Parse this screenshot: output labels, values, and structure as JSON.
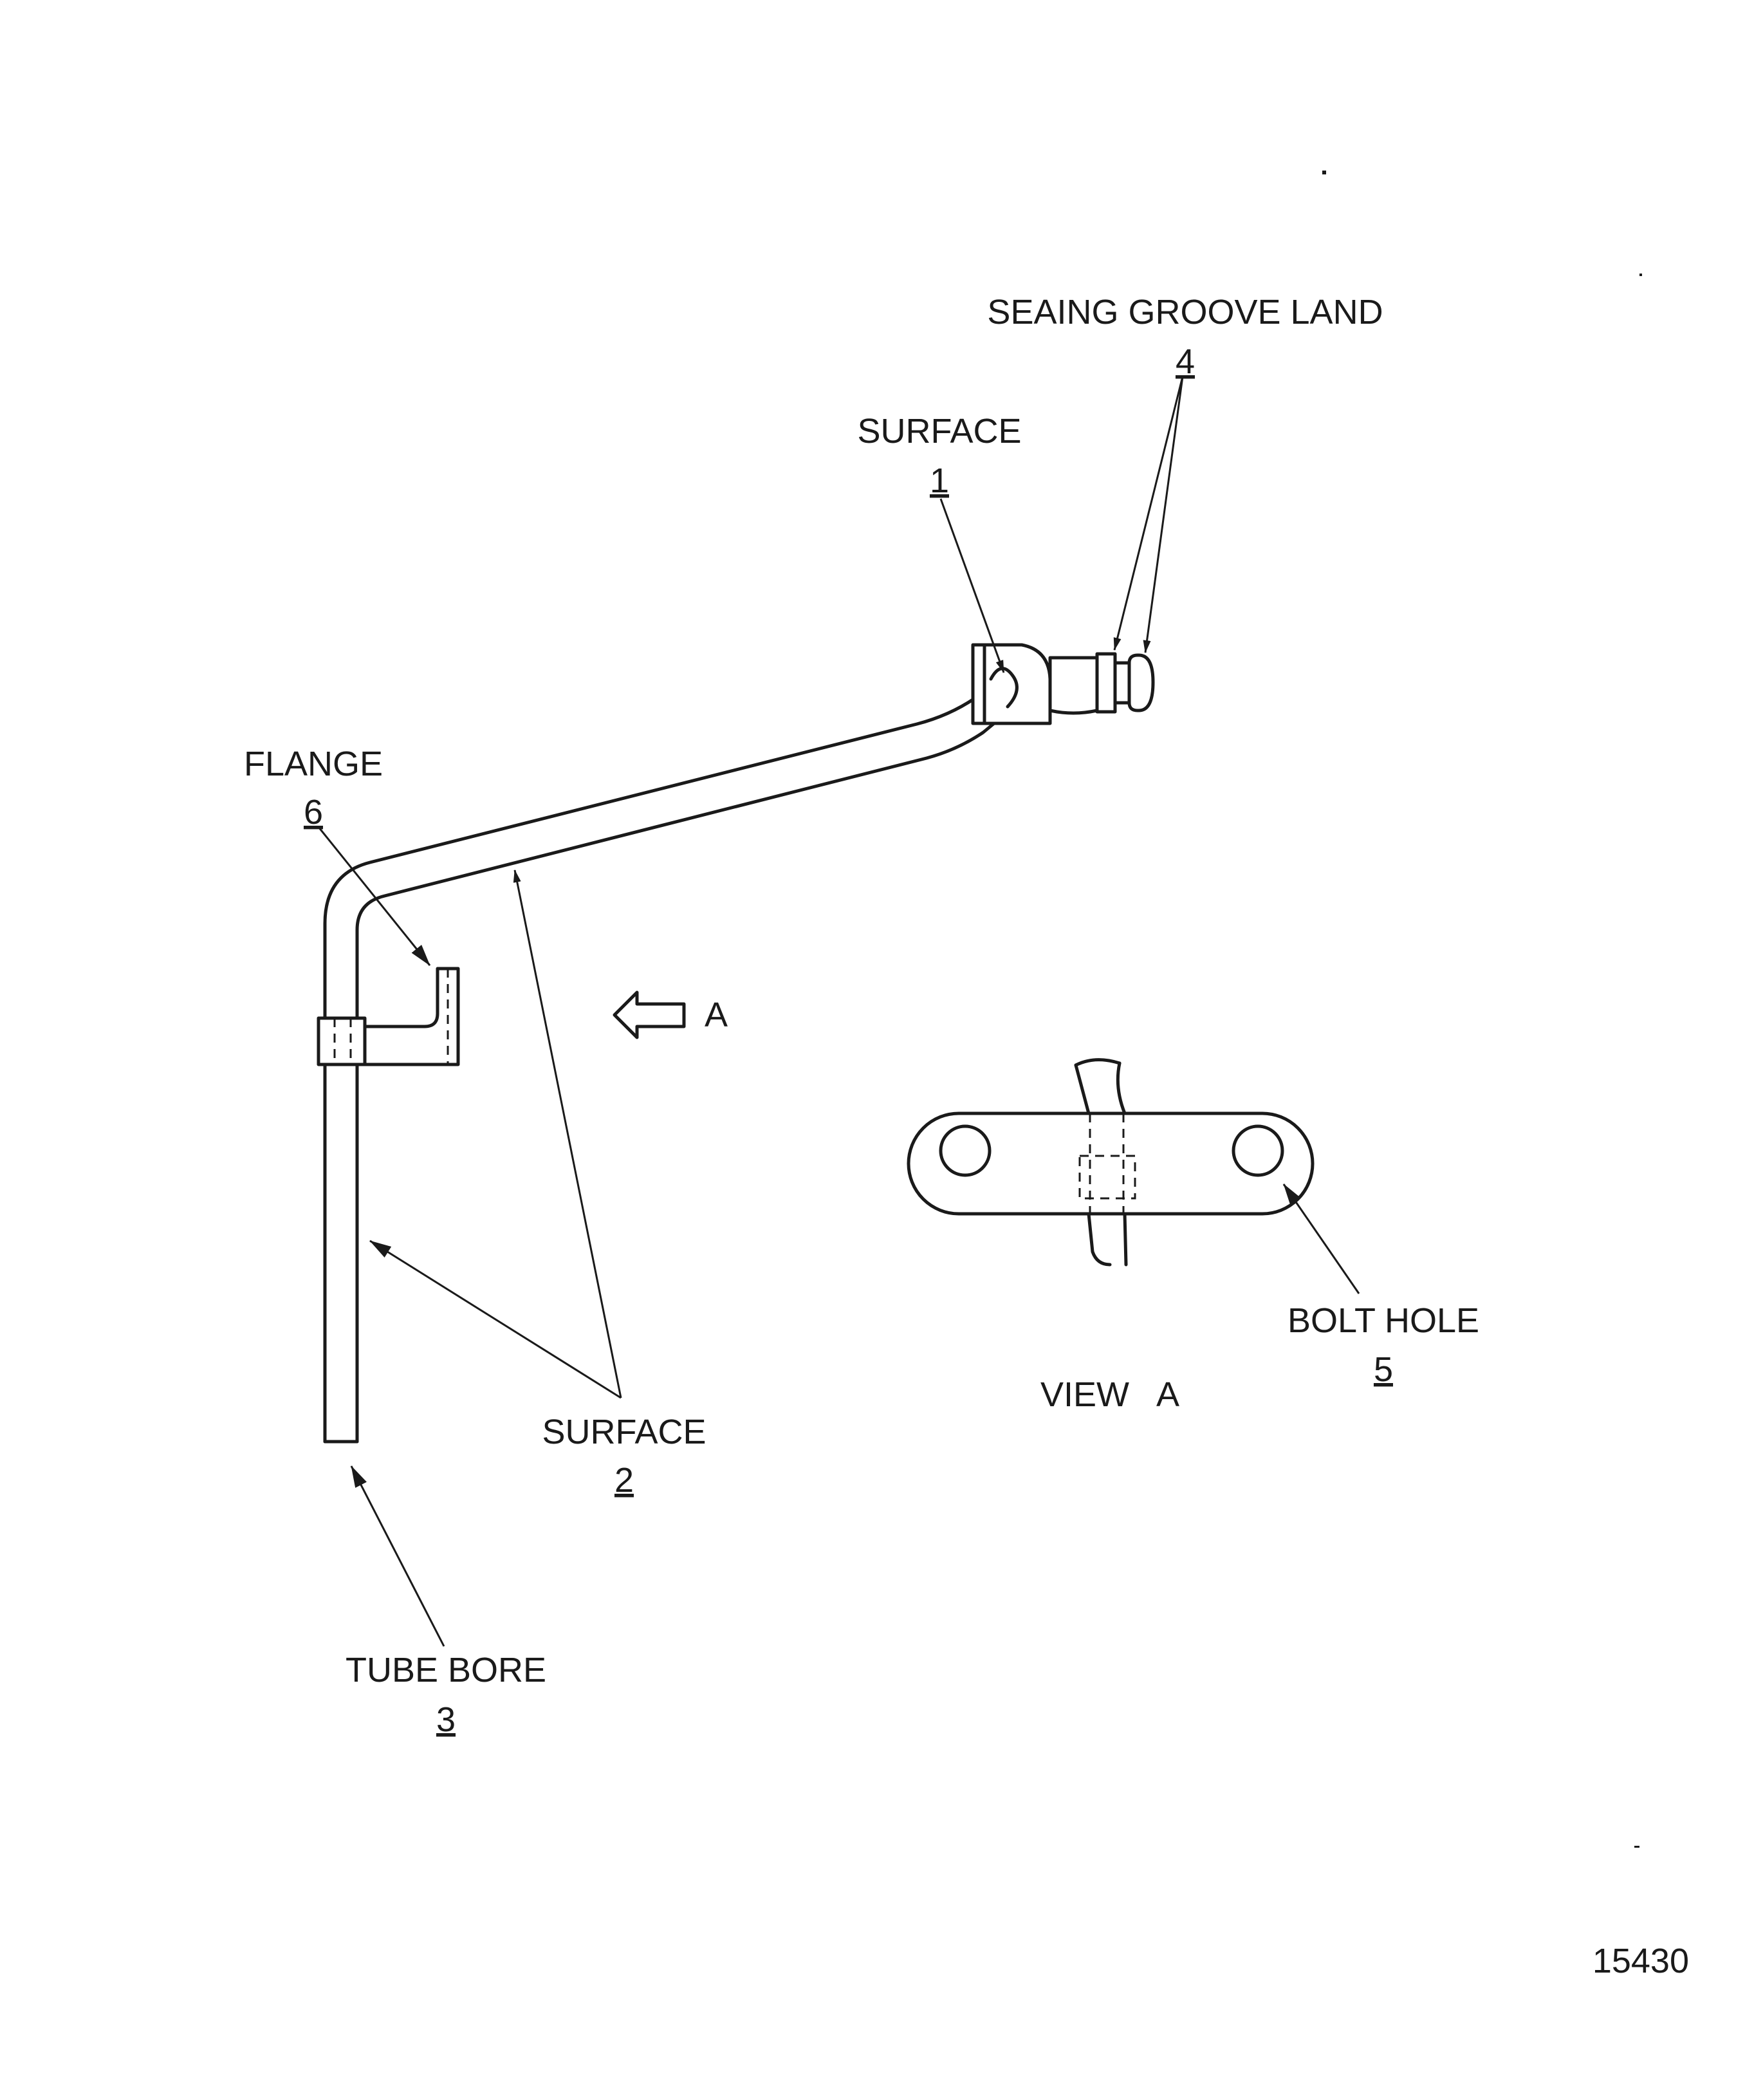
{
  "labels": {
    "seaing_groove_land": "SEAING GROOVE LAND",
    "seaing_groove_land_num": "4",
    "surface_1": "SURFACE",
    "surface_1_num": "1",
    "flange": "FLANGE",
    "flange_num": "6",
    "surface_2": "SURFACE",
    "surface_2_num": "2",
    "tube_bore": "TUBE BORE",
    "tube_bore_num": "3",
    "bolt_hole": "BOLT HOLE",
    "bolt_hole_num": "5",
    "view_arrow_letter": "A",
    "view_title": "VIEW   A",
    "figure_number": "15430"
  }
}
